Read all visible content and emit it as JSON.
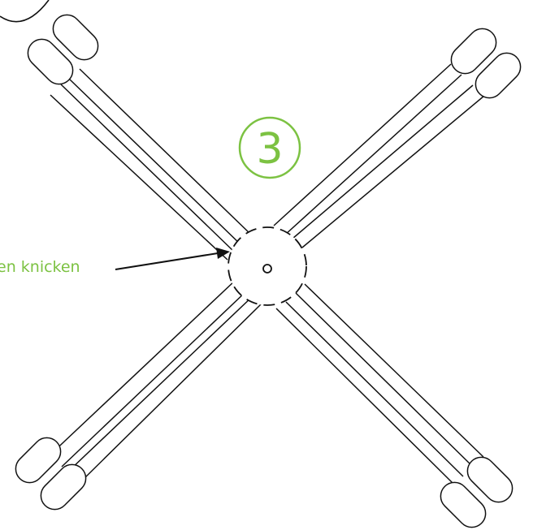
{
  "diagram": {
    "step_number": "3",
    "annotation_text": "en knicken",
    "colors": {
      "line": "#111111",
      "accent": "#7cc242",
      "background": "#ffffff"
    },
    "arms": [
      {
        "id": "upper-left"
      },
      {
        "id": "upper-right"
      },
      {
        "id": "lower-left"
      },
      {
        "id": "lower-right"
      }
    ]
  }
}
